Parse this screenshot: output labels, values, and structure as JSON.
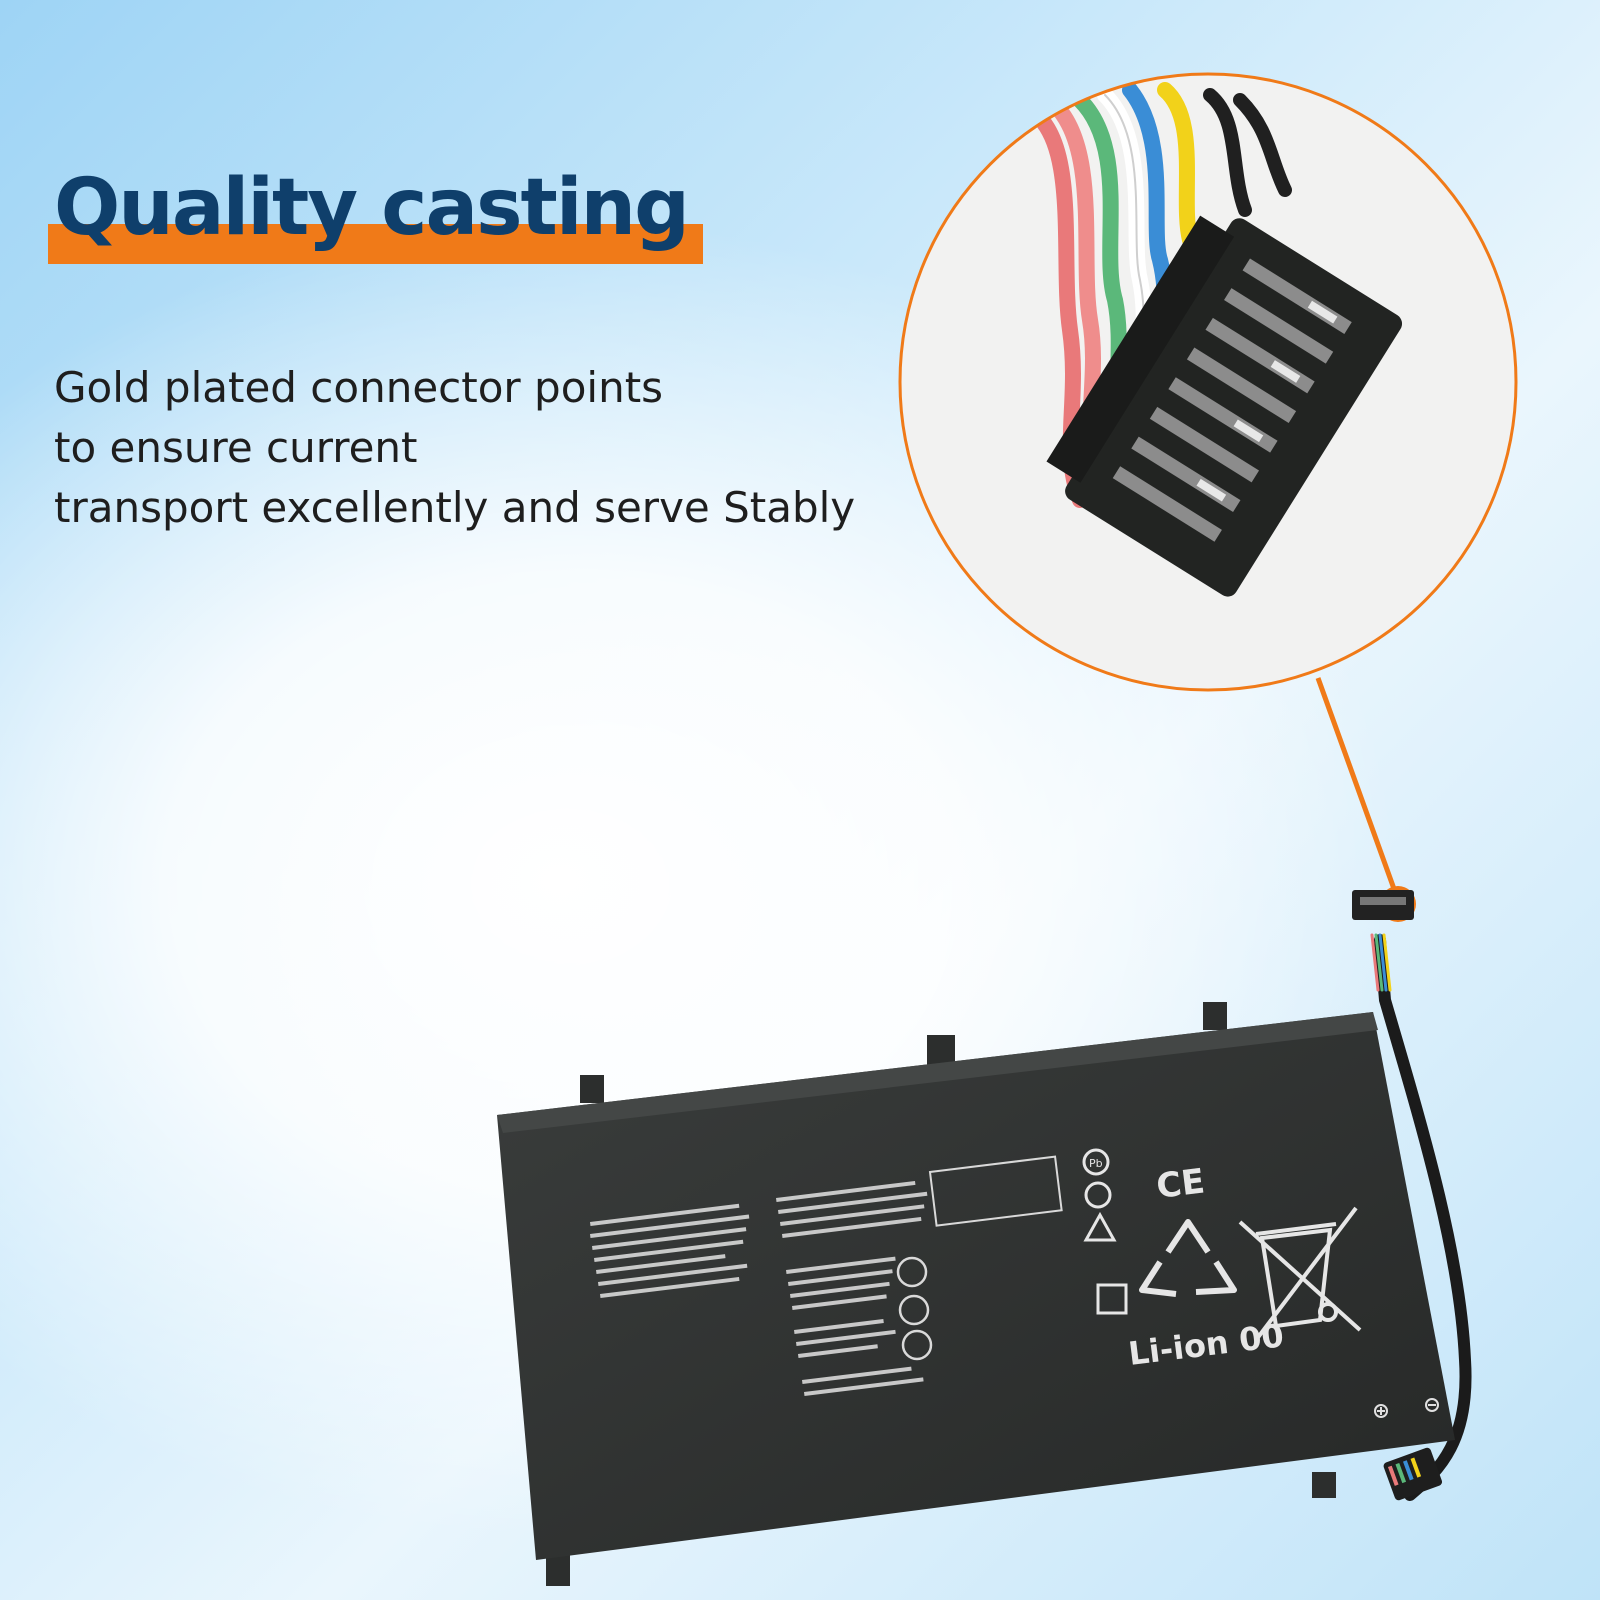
{
  "headline": {
    "title": "Quality casting"
  },
  "description": {
    "lines": [
      "Gold plated connector points",
      "to ensure current",
      "transport excellently and serve Stably"
    ]
  },
  "battery": {
    "marking": "Li-ion 00",
    "ce_mark": "CE",
    "pb_mark": "Pb"
  },
  "colors": {
    "accent": "#f07a18",
    "title": "#0f3f6b",
    "battery": "#2f3231"
  }
}
